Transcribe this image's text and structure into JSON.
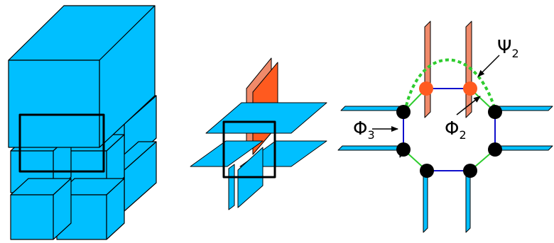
{
  "colors": {
    "cyan": "#00BFFF",
    "orange": "#FF5A1F",
    "orange_light": "#F08A6A",
    "blue_edge": "#1010CC",
    "green": "#2ECC2E",
    "node_black": "#000000",
    "node_orange": "#FF5A1F"
  },
  "labels": {
    "psi_main": "Ψ",
    "psi_sub": "2",
    "phi2_main": "Φ",
    "phi2_sub": "2",
    "phi3_main": "Φ",
    "phi3_sub": "3"
  }
}
